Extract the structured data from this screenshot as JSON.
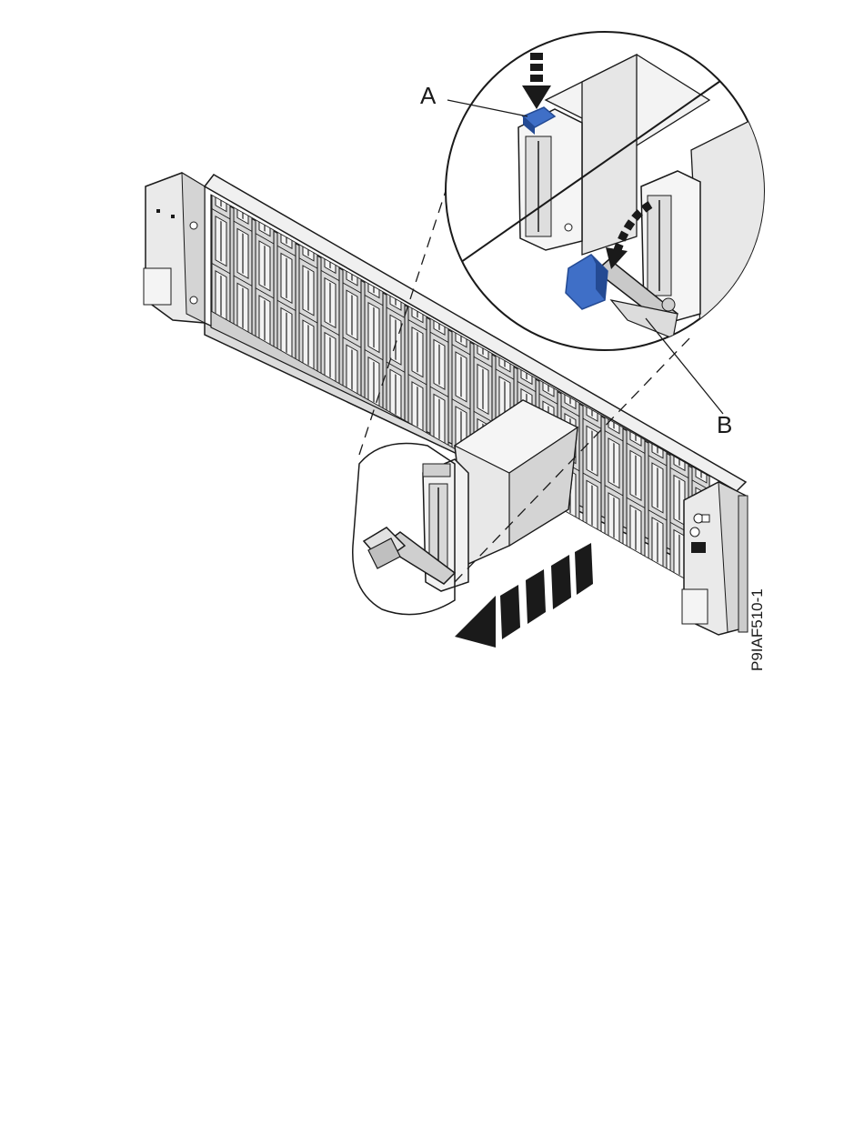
{
  "figure": {
    "callouts": {
      "a": "A",
      "b": "B"
    },
    "figure_id": "P9IAF510-1",
    "colors": {
      "latch_blue": "#3f6fc7",
      "latch_blue_dark": "#244a93",
      "chassis_gray": "#e4e4e4",
      "outline": "#1a1a1a"
    },
    "icons": [
      "down-arrow-icon",
      "curved-arrow-icon",
      "pull-out-arrow-icon"
    ]
  }
}
